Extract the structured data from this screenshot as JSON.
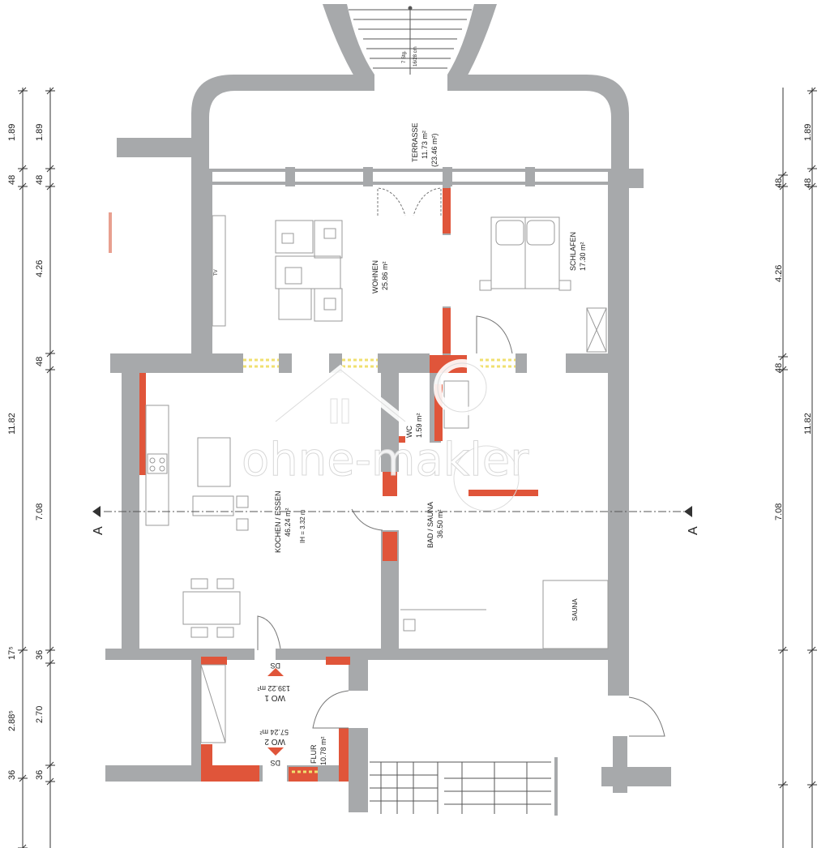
{
  "rooms": {
    "terrasse": {
      "name": "TERRASSE",
      "area": "11.73 m²",
      "area_alt": "(23.46 m²)"
    },
    "wohnen": {
      "name": "WOHNEN",
      "area": "25.86 m²"
    },
    "schlafen": {
      "name": "SCHLAFEN",
      "area": "17.30 m²"
    },
    "wc": {
      "name": "WC",
      "area": "1.59 m²"
    },
    "kochen": {
      "name": "KOCHEN / ESSEN",
      "area": "46.24 m²",
      "height": "IH = 3.32 m"
    },
    "bad": {
      "name": "BAD / SAUNA",
      "area": "36.50 m²"
    },
    "sauna": {
      "name": "SAUNA"
    },
    "flur": {
      "name": "FLUR",
      "area": "10.78 m²"
    },
    "tv": {
      "name": "TV"
    }
  },
  "units": {
    "wo1": {
      "name": "WO 1",
      "area": "139.22 m²"
    },
    "wo2": {
      "name": "WO 2",
      "area": "57.24 m²"
    },
    "ds": "DS"
  },
  "stairs_note": {
    "steps": "7 Stg.",
    "size": "16/28 cm"
  },
  "section_marks": {
    "left": "A",
    "right": "A"
  },
  "dims_left_outer": [
    "1.89",
    "48",
    "11.82",
    "17⁵",
    "2.88⁵",
    "36"
  ],
  "dims_left_inner": [
    "1.89",
    "48",
    "4.26",
    "48",
    "7.08",
    "36",
    "2.70",
    "36"
  ],
  "dims_right_outer": [
    "1.89",
    "48",
    "11.82"
  ],
  "dims_right_inner": [
    "48",
    "4.26",
    "48",
    "7.08"
  ],
  "watermark": "ohne-makler",
  "colors": {
    "wall": "#a7a9ab",
    "accent": "#e0553a",
    "window": "#f0e070"
  }
}
